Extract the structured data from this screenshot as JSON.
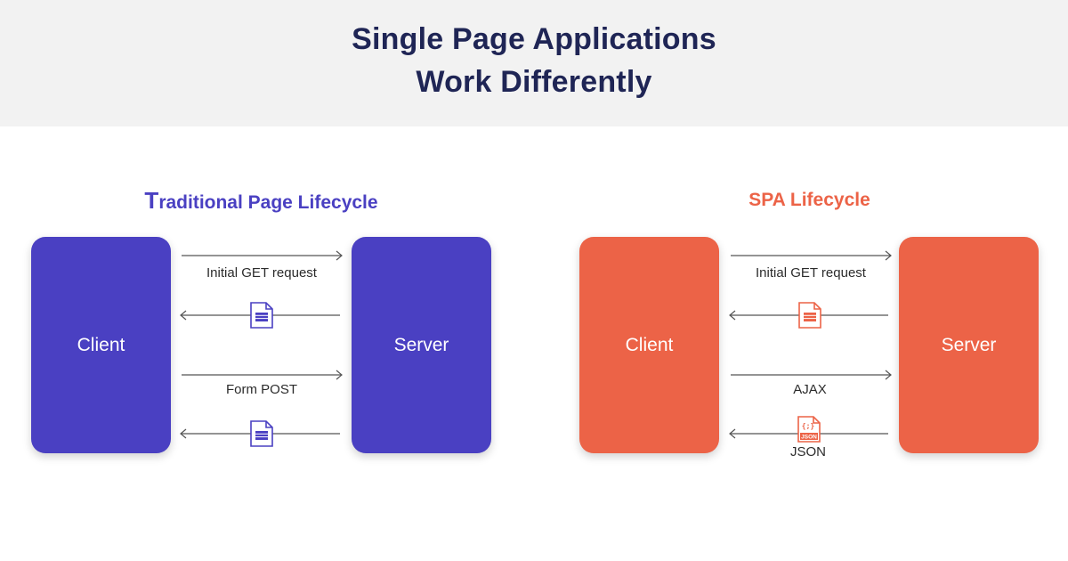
{
  "header": {
    "title_line1": "Single Page Applications",
    "title_line2": "Work Differently"
  },
  "traditional": {
    "title_first": "T",
    "title_rest": "raditional Page Lifecycle",
    "client_label": "Client",
    "server_label": "Server",
    "arrow1_label": "Initial GET request",
    "arrow3_label": "Form POST",
    "color": "#4a40c2",
    "icons": [
      "document-icon",
      "document-icon"
    ]
  },
  "spa": {
    "title": "SPA Lifecycle",
    "client_label": "Client",
    "server_label": "Server",
    "arrow1_label": "Initial GET request",
    "arrow3_label": "AJAX",
    "arrow4_label": "JSON",
    "json_icon_text": "JSON",
    "color": "#ec6347",
    "icons": [
      "document-icon",
      "json-file-icon"
    ]
  }
}
